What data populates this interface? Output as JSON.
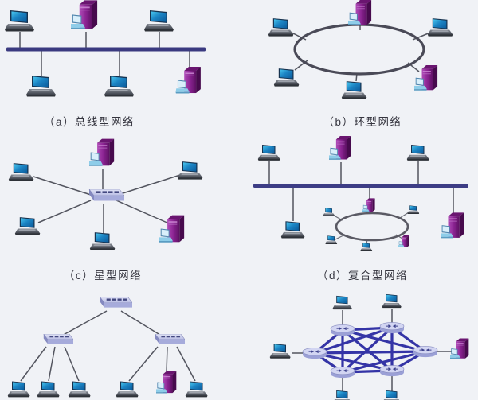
{
  "figure": {
    "title": "network-topology-types-figure",
    "background": "#f0f2f6",
    "panels": [
      {
        "id": "a",
        "caption": "（a）总线型网络",
        "topology": "bus",
        "devices": [
          "laptop",
          "server",
          "laptop",
          "laptop",
          "laptop",
          "server"
        ]
      },
      {
        "id": "b",
        "caption": "（b）环型网络",
        "topology": "ring",
        "devices": [
          "server",
          "laptop",
          "laptop",
          "laptop",
          "laptop",
          "server"
        ]
      },
      {
        "id": "c",
        "caption": "（c）星型网络",
        "topology": "star",
        "devices": [
          "switch",
          "server",
          "laptop",
          "laptop",
          "laptop",
          "laptop",
          "server"
        ]
      },
      {
        "id": "d",
        "caption": "（d）复合型网络",
        "topology": "composite",
        "devices": [
          "laptop",
          "server",
          "laptop",
          "laptop",
          "mini-server",
          "mini-laptop",
          "mini-laptop",
          "mini-laptop",
          "mini-laptop",
          "mini-server",
          "server"
        ]
      },
      {
        "id": "e",
        "caption": "",
        "topology": "tree",
        "devices": [
          "switch",
          "switch",
          "switch",
          "laptop",
          "laptop",
          "laptop",
          "laptop",
          "server",
          "laptop"
        ]
      },
      {
        "id": "f",
        "caption": "",
        "topology": "mesh",
        "devices": [
          "router",
          "router",
          "router",
          "router",
          "router",
          "router",
          "laptop",
          "laptop",
          "laptop",
          "server",
          "laptop",
          "laptop"
        ]
      }
    ],
    "colors": {
      "bus_line": "#3a3a80",
      "ring_line": "#4a4a57",
      "mesh_line": "#3434a6",
      "connector": "#53555f",
      "caption_text": "#35353f",
      "laptop_screen": "#1b84c4",
      "server_tower": "#8a2391",
      "switch_body": "#c9cdec"
    }
  }
}
